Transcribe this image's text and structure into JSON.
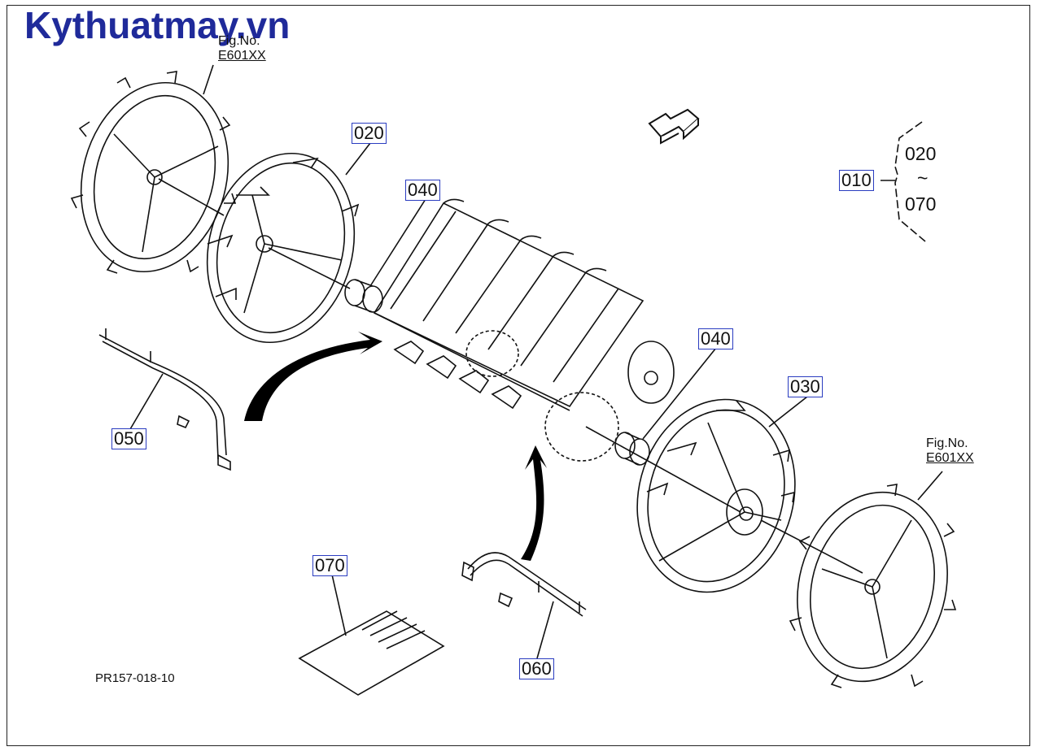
{
  "brand": "Kythuatmay.vn",
  "figure_refs": [
    {
      "label": "Fig.No.",
      "code": "E601XX"
    },
    {
      "label": "Fig.No.",
      "code": "E601XX"
    }
  ],
  "callouts": [
    "020",
    "040",
    "040",
    "030",
    "050",
    "060",
    "070",
    "010"
  ],
  "range": {
    "from": "020",
    "sep": "~",
    "to": "070"
  },
  "drawing_number": "PR157-018-10"
}
